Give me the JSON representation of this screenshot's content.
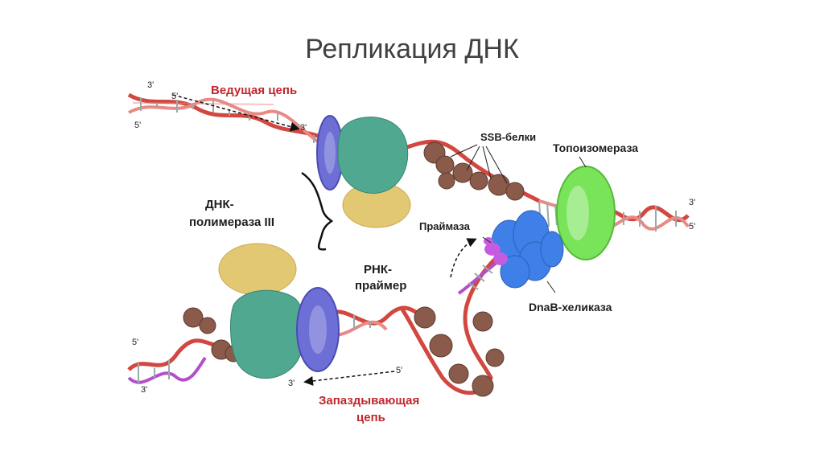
{
  "slide": {
    "title": "Репликация ДНК"
  },
  "labels": {
    "leading_strand": "Ведущая цепь",
    "lagging_strand_1": "Запаздывающая",
    "lagging_strand_2": "цепь",
    "ssb": "SSB-белки",
    "topoisomerase": "Топоизомераза",
    "polymerase_1": "ДНК-",
    "polymerase_2": "полимераза III",
    "primase": "Праймаза",
    "rna_primer_1": "РНК-",
    "rna_primer_2": "праймер",
    "helicase": "DnaB-хеликаза"
  },
  "ends": {
    "top_left_3": "3'",
    "top_left_5": "5'",
    "leading_5": "5'",
    "leading_3": "3'",
    "right_3": "3'",
    "right_5": "5'",
    "bottom_left_5": "5'",
    "bottom_left_3": "3'",
    "lagging_5": "5'",
    "lagging_3": "3'"
  },
  "colors": {
    "strand_red": "#d2473f",
    "strand_pink": "#e88a86",
    "strand_violet": "#b34fc9",
    "clamp_blue": "#6d6fd6",
    "polymerase_green": "#4fa88f",
    "polymerase_yellow": "#e3c873",
    "topoisomerase_green": "#79e35a",
    "helicase_blue": "#3f7fe8",
    "primase_violet": "#c55ce0",
    "ssb_brown": "#8a5a4a",
    "label_red": "#c0272d"
  }
}
